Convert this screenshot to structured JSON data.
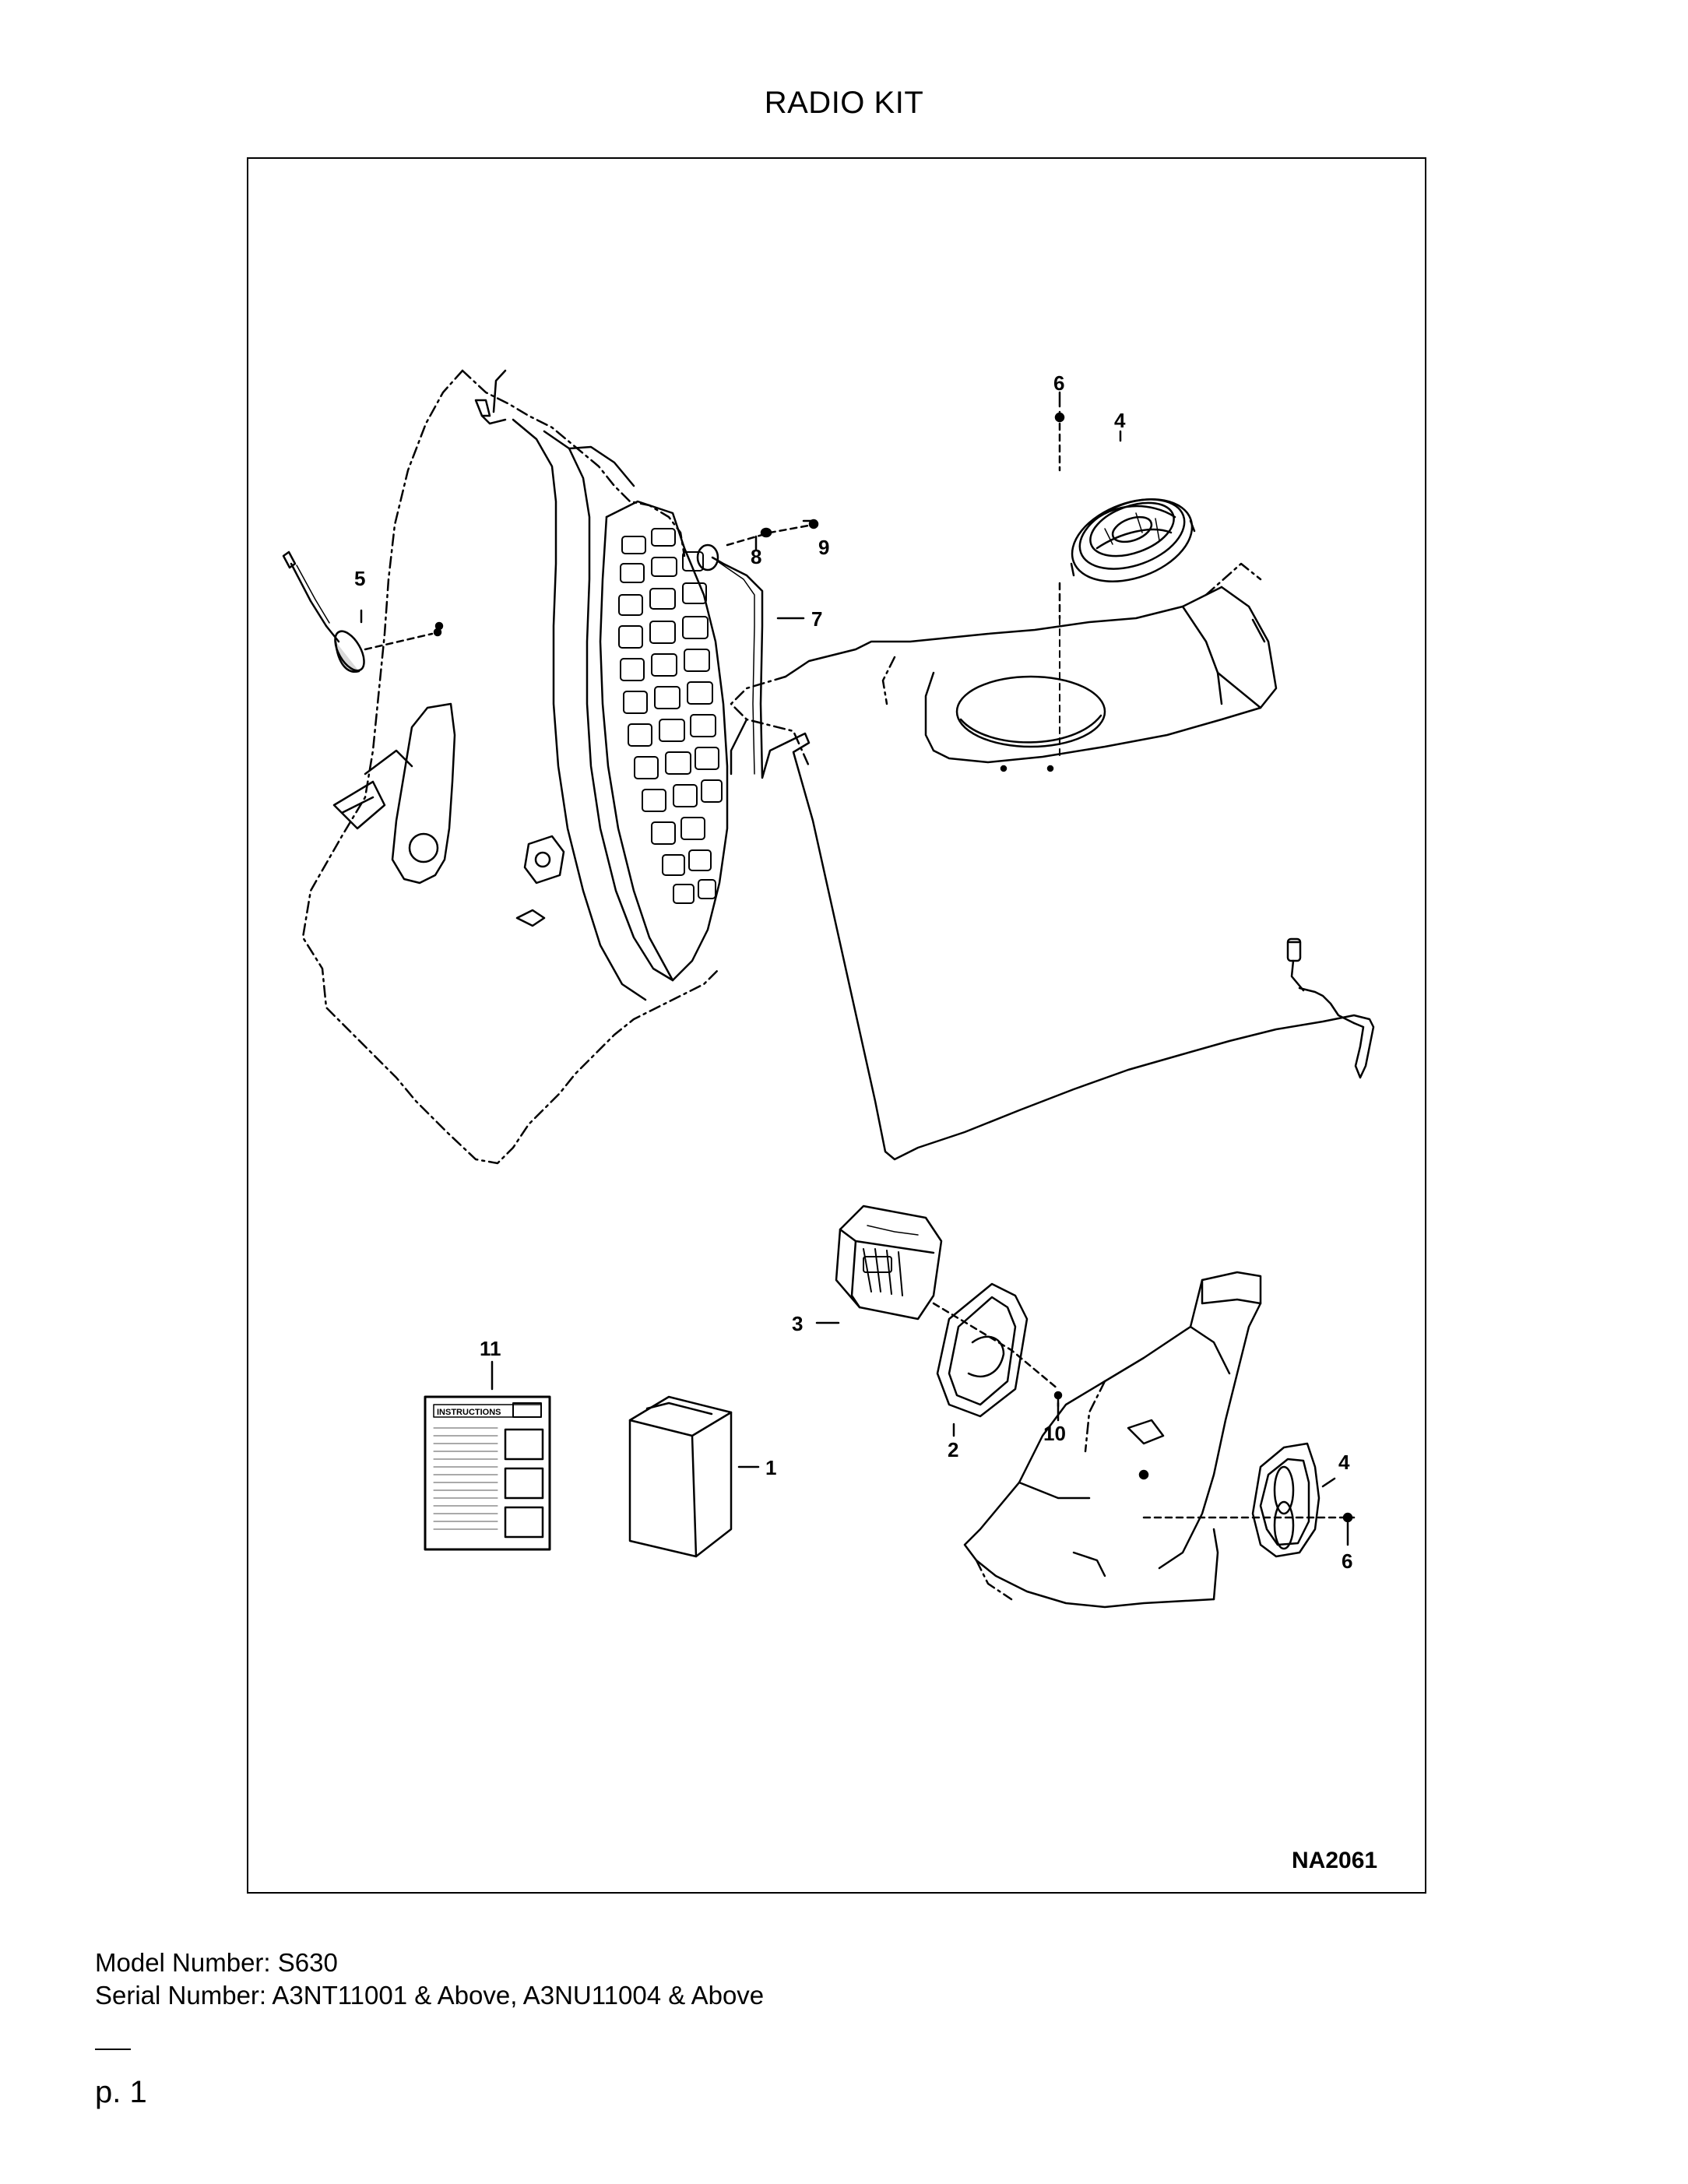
{
  "page": {
    "title": "RADIO KIT",
    "page_number": "p. 1"
  },
  "diagram": {
    "drawing_id": "NA2061",
    "instructions_label": "INSTRUCTIONS",
    "callouts": {
      "c1": "1",
      "c2": "2",
      "c3": "3",
      "c4_top": "4",
      "c4_bottom": "4",
      "c5": "5",
      "c6_top": "6",
      "c6_bottom": "6",
      "c7": "7",
      "c8": "8",
      "c9": "9",
      "c10": "10",
      "c11": "11"
    }
  },
  "footer": {
    "model_line": "Model Number: S630",
    "serial_line": "Serial Number: A3NT11001 & Above, A3NU11004 & Above"
  }
}
